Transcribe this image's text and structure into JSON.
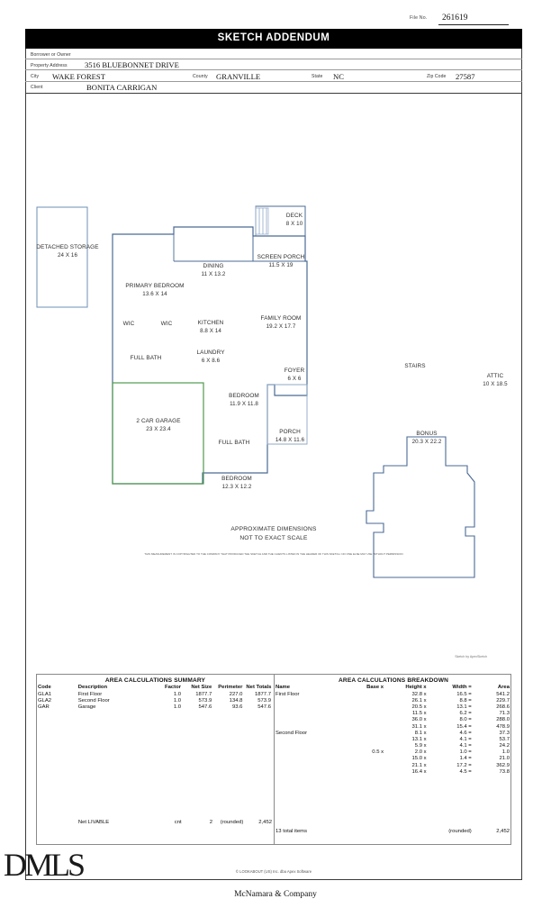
{
  "file": {
    "label": "File No.",
    "value": "261619"
  },
  "title": "SKETCH ADDENDUM",
  "header": {
    "borrower_label": "Borrower or Owner",
    "borrower_value": "",
    "address_label": "Property Address",
    "address_value": "3516 BLUEBONNET DRIVE",
    "city_label": "City",
    "city_value": "WAKE FOREST",
    "county_label": "County",
    "county_value": "GRANVILLE",
    "state_label": "State",
    "state_value": "NC",
    "zip_label": "Zip Code",
    "zip_value": "27587",
    "client_label": "Client",
    "client_value": "BONITA CARRIGAN"
  },
  "sketch": {
    "rooms": [
      {
        "name": "DETACHED STORAGE",
        "dim": "24 X 16"
      },
      {
        "name": "DECK",
        "dim": "8 X 10"
      },
      {
        "name": "DINING",
        "dim": "11 X 13.2"
      },
      {
        "name": "SCREEN PORCH",
        "dim": "11.5 X 19"
      },
      {
        "name": "PRIMARY BEDROOM",
        "dim": "13.6 X 14"
      },
      {
        "name": "WIC",
        "dim": ""
      },
      {
        "name": "WIC",
        "dim": ""
      },
      {
        "name": "KITCHEN",
        "dim": "8.8 X 14"
      },
      {
        "name": "FAMILY ROOM",
        "dim": "19.2 X 17.7"
      },
      {
        "name": "FULL BATH",
        "dim": ""
      },
      {
        "name": "LAUNDRY",
        "dim": "6 X 8.6"
      },
      {
        "name": "FOYER",
        "dim": "6 X 6"
      },
      {
        "name": "2 CAR GARAGE",
        "dim": "23 X 23.4"
      },
      {
        "name": "BEDROOM",
        "dim": "11.9 X 11.8"
      },
      {
        "name": "FULL BATH",
        "dim": ""
      },
      {
        "name": "PORCH",
        "dim": "14.8 X 11.6"
      },
      {
        "name": "BEDROOM",
        "dim": "12.3 X 12.2"
      },
      {
        "name": "STAIRS",
        "dim": ""
      },
      {
        "name": "BONUS",
        "dim": "20.3 X 22.2"
      },
      {
        "name": "ATTIC",
        "dim": "10 X 18.5"
      }
    ],
    "note_line1": "APPROXIMATE DIMENSIONS",
    "note_line2": "NOT TO EXACT SCALE",
    "copyright": "THIS MEASUREMENT IS COPYRIGHTED TO THE COMPANY THAT PRODUCED THE SKETCH AND THE CLIENTS LISTED IN THE HEADER OF THIS SKETCH. NO ONE ELSE MAY USE WITHOUT PERMISSION",
    "credit": "Sketch by ApexSketch",
    "colors": {
      "outline": "#4a6a95",
      "garage": "#4f9a4f",
      "storage": "#6d8fb5"
    }
  },
  "summary": {
    "title": "AREA CALCULATIONS SUMMARY",
    "columns": [
      "Code",
      "Description",
      "Factor",
      "Net Size",
      "Perimeter",
      "Net Totals"
    ],
    "rows": [
      {
        "code": "GLA1",
        "description": "First Floor",
        "factor": "1.0",
        "net_size": "1877.7",
        "perimeter": "227.0",
        "net_totals": "1877.7"
      },
      {
        "code": "GLA2",
        "description": "Second Floor",
        "factor": "1.0",
        "net_size": "573.9",
        "perimeter": "134.8",
        "net_totals": "573.9"
      },
      {
        "code": "GAR",
        "description": "Garage",
        "factor": "1.0",
        "net_size": "547.6",
        "perimeter": "93.6",
        "net_totals": "547.6"
      }
    ],
    "total": {
      "label": "Net LIVABLE",
      "unit": "cnt",
      "count": "2",
      "rounded": "(rounded)",
      "value": "2,452"
    }
  },
  "breakdown": {
    "title": "AREA CALCULATIONS BREAKDOWN",
    "columns": [
      "Name",
      "Base  x",
      "Height  x",
      "Width  =",
      "Area"
    ],
    "rows": [
      {
        "name": "First Floor",
        "base": "",
        "height": "32.8",
        "width": "16.5",
        "area": "541.2"
      },
      {
        "name": "",
        "base": "",
        "height": "26.1",
        "width": "8.8",
        "area": "229.7"
      },
      {
        "name": "",
        "base": "",
        "height": "20.5",
        "width": "13.1",
        "area": "268.6"
      },
      {
        "name": "",
        "base": "",
        "height": "11.5",
        "width": "6.2",
        "area": "71.3"
      },
      {
        "name": "",
        "base": "",
        "height": "36.0",
        "width": "8.0",
        "area": "288.0"
      },
      {
        "name": "",
        "base": "",
        "height": "31.1",
        "width": "15.4",
        "area": "478.9"
      },
      {
        "name": "Second Floor",
        "base": "",
        "height": "8.1",
        "width": "4.6",
        "area": "37.3"
      },
      {
        "name": "",
        "base": "",
        "height": "13.1",
        "width": "4.1",
        "area": "53.7"
      },
      {
        "name": "",
        "base": "",
        "height": "5.9",
        "width": "4.1",
        "area": "24.2"
      },
      {
        "name": "",
        "base": "0.5",
        "height": "2.0",
        "width": "1.0",
        "area": "1.0"
      },
      {
        "name": "",
        "base": "",
        "height": "15.0",
        "width": "1.4",
        "area": "21.0"
      },
      {
        "name": "",
        "base": "",
        "height": "21.1",
        "width": "17.2",
        "area": "362.9"
      },
      {
        "name": "",
        "base": "",
        "height": "16.4",
        "width": "4.5",
        "area": "73.8"
      }
    ],
    "total": {
      "label": "13 total items",
      "rounded": "(rounded)",
      "value": "2,452"
    }
  },
  "footer": {
    "watermark": "DMLS",
    "apex_copyright": "© LOOKABOUT (US) Inc. dba Apex Software",
    "company": "McNamara & Company"
  }
}
